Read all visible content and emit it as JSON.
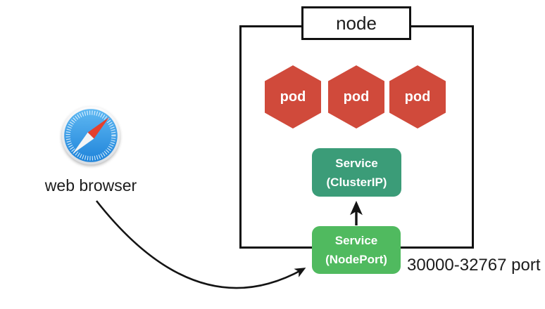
{
  "diagram": {
    "node_label": "node",
    "pods": [
      {
        "label": "pod"
      },
      {
        "label": "pod"
      },
      {
        "label": "pod"
      }
    ],
    "services": {
      "cluster_ip": {
        "line1": "Service",
        "line2": "(ClusterIP)"
      },
      "node_port": {
        "line1": "Service",
        "line2": "(NodePort)"
      }
    },
    "port_range_label": "30000-32767 port",
    "browser_label": "web browser"
  },
  "colors": {
    "pod": "#D04A3B",
    "service_cluster_ip": "#3B9C78",
    "service_node_port": "#50BA5F",
    "line": "#141414",
    "background": "#FFFFFF"
  }
}
